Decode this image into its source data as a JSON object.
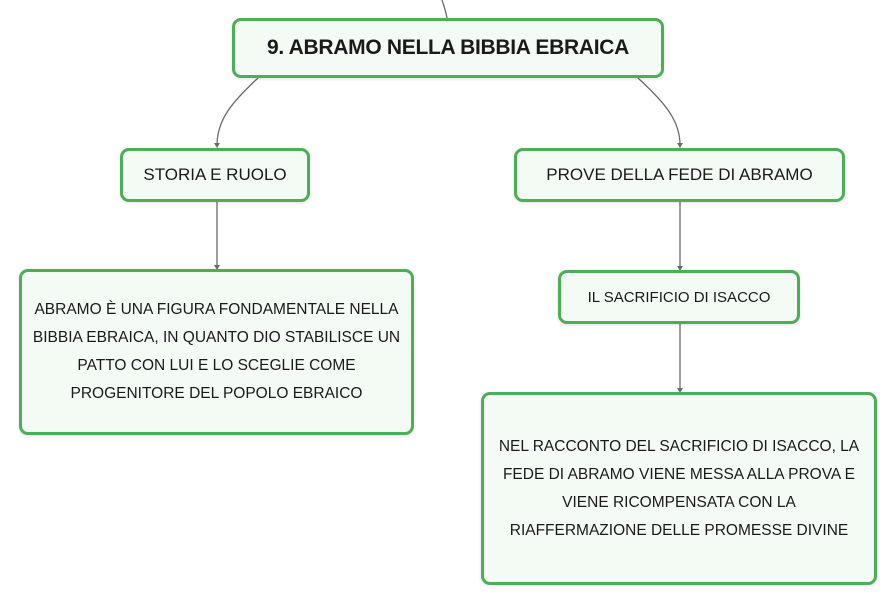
{
  "diagram": {
    "title": "9. ABRAMO NELLA BIBBIA EBRAICA",
    "storia": {
      "label": "STORIA E RUOLO",
      "description": "ABRAMO È UNA FIGURA FONDAMENTALE NELLA BIBBIA EBRAICA, IN QUANTO DIO STABILISCE UN PATTO CON LUI E LO SCEGLIE COME PROGENITORE DEL POPOLO EBRAICO"
    },
    "prove": {
      "label": "PROVE DELLA FEDE DI ABRAMO",
      "sacrificio": {
        "label": "IL SACRIFICIO DI ISACCO",
        "description": "NEL RACCONTO DEL SACRIFICIO DI ISACCO, LA FEDE DI ABRAMO VIENE MESSA ALLA PROVA E VIENE RICOMPENSATA CON LA RIAFFERMAZIONE DELLE PROMESSE DIVINE"
      }
    },
    "colors": {
      "node_border": "#4cae55",
      "node_fill": "#f4faf4",
      "connector": "#6b6b6b"
    }
  }
}
